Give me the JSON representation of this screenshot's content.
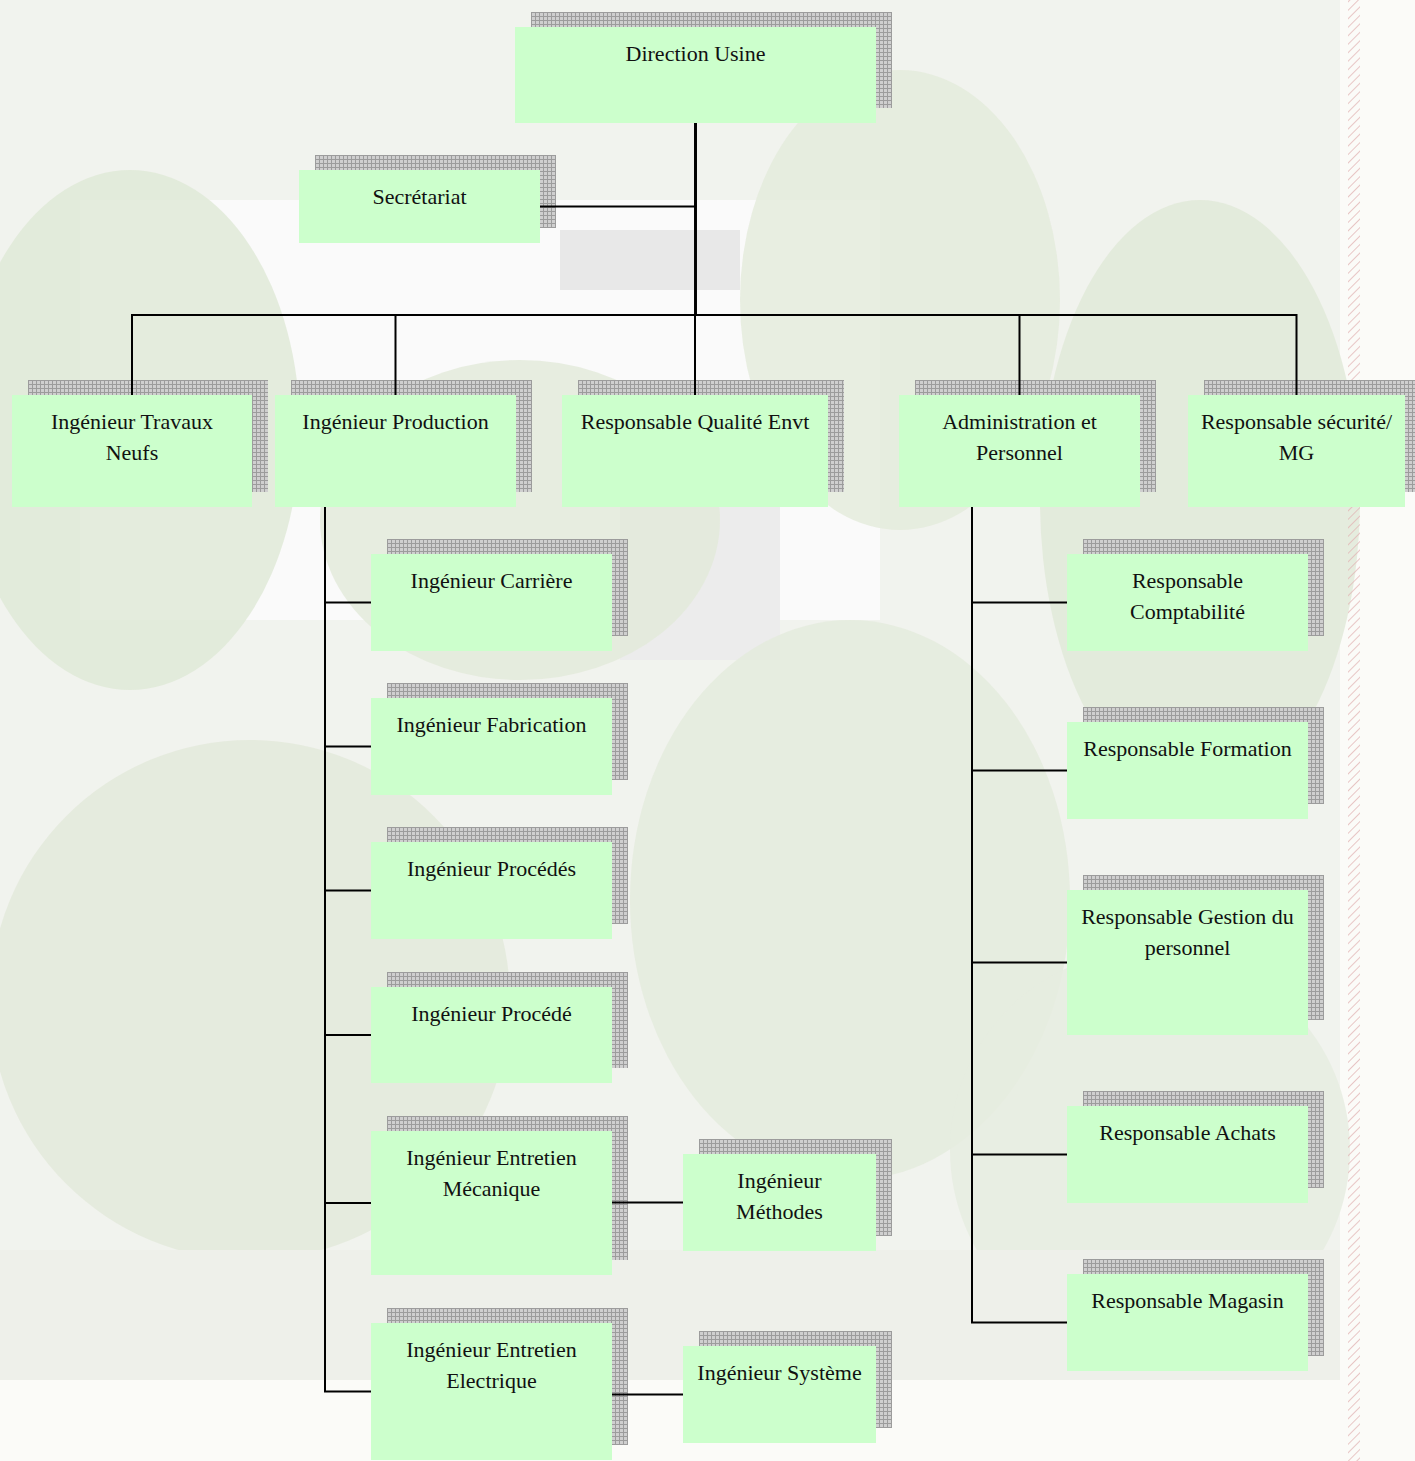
{
  "diagram": {
    "nodes": [
      {
        "text": [
          "Direction Usine"
        ]
      },
      {
        "text": [
          "Secrétariat"
        ]
      },
      {
        "text": [
          "Ingénieur Travaux Neufs"
        ]
      },
      {
        "text": [
          "Ingénieur Production"
        ]
      },
      {
        "text": [
          "Responsable Qualité Envt"
        ]
      },
      {
        "text": [
          "Administration et Personnel"
        ]
      },
      {
        "text": [
          "Responsable sécurité/ MG"
        ]
      },
      {
        "text": [
          "Ingénieur Carrière"
        ]
      },
      {
        "text": [
          "Ingénieur Fabrication"
        ]
      },
      {
        "text": [
          "Ingénieur Procédés"
        ]
      },
      {
        "text": [
          "Ingénieur Procédé"
        ]
      },
      {
        "text": [
          "Ingénieur Entretien Mécanique"
        ]
      },
      {
        "text": [
          "Ingénieur Méthodes"
        ]
      },
      {
        "text": [
          "Ingénieur Entretien Electrique"
        ]
      },
      {
        "text": [
          "Ingénieur Système"
        ]
      },
      {
        "text": [
          "Responsable Comptabilité"
        ]
      },
      {
        "text": [
          "Responsable Formation"
        ]
      },
      {
        "text": [
          "Responsable Gestion du personnel"
        ]
      },
      {
        "text": [
          "Responsable Achats"
        ]
      },
      {
        "text": [
          "Responsable Magasin"
        ]
      }
    ],
    "edges": [
      {
        "from": 0,
        "to": 1,
        "arrow": "none"
      },
      {
        "from": 0,
        "to": 2,
        "arrow": "none"
      },
      {
        "from": 0,
        "to": 3,
        "arrow": "none"
      },
      {
        "from": 0,
        "to": 4,
        "arrow": "none"
      },
      {
        "from": 0,
        "to": 5,
        "arrow": "none"
      },
      {
        "from": 0,
        "to": 6,
        "arrow": "none"
      },
      {
        "from": 3,
        "to": 7,
        "arrow": "none"
      },
      {
        "from": 3,
        "to": 8,
        "arrow": "none"
      },
      {
        "from": 3,
        "to": 9,
        "arrow": "none"
      },
      {
        "from": 3,
        "to": 10,
        "arrow": "none"
      },
      {
        "from": 3,
        "to": 11,
        "arrow": "none"
      },
      {
        "from": 3,
        "to": 13,
        "arrow": "none"
      },
      {
        "from": 11,
        "to": 12,
        "arrow": "none"
      },
      {
        "from": 13,
        "to": 14,
        "arrow": "none"
      },
      {
        "from": 5,
        "to": 15,
        "arrow": "none"
      },
      {
        "from": 5,
        "to": 16,
        "arrow": "none"
      },
      {
        "from": 5,
        "to": 17,
        "arrow": "none"
      },
      {
        "from": 5,
        "to": 18,
        "arrow": "none"
      },
      {
        "from": 5,
        "to": 19,
        "arrow": "none"
      }
    ]
  }
}
